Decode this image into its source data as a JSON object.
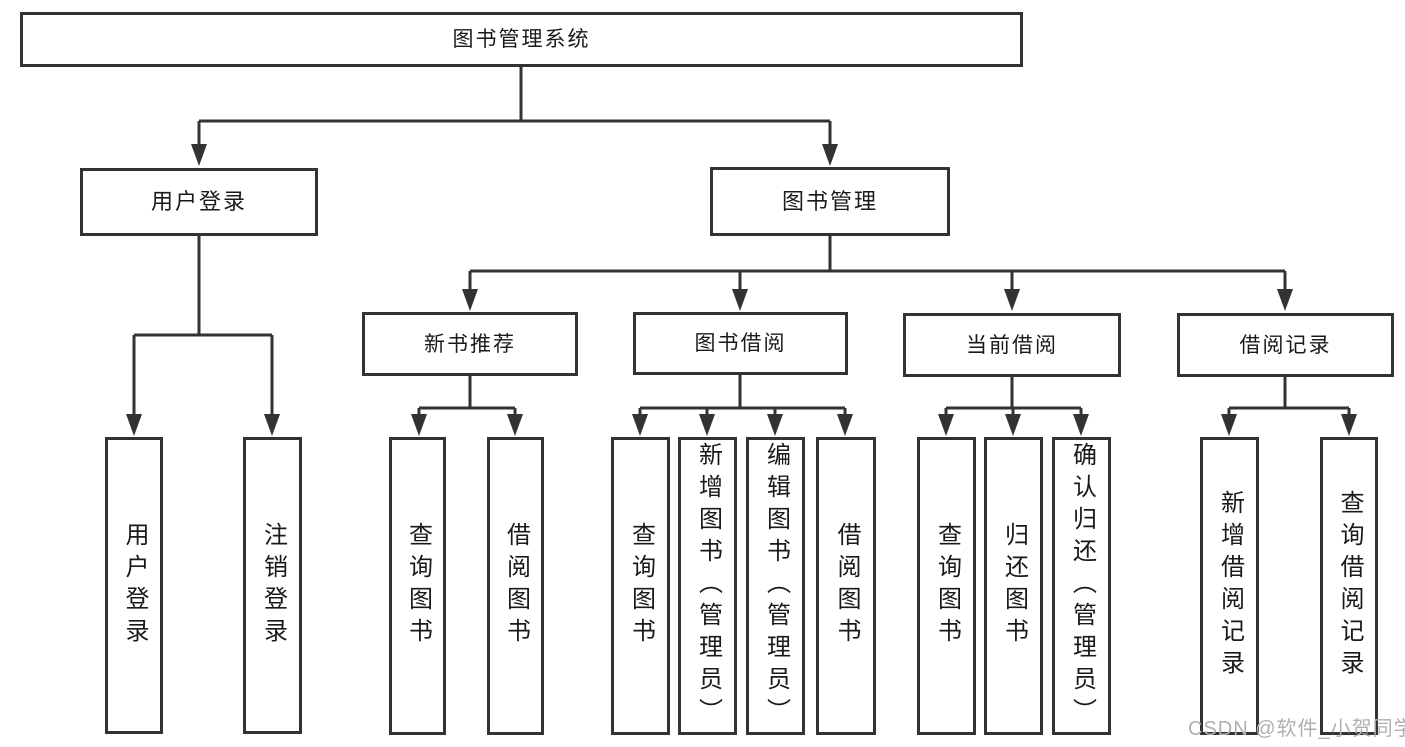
{
  "colors": {
    "line": "#333333",
    "text": "#1a1a1a",
    "watermark": "#b0b0b0",
    "background": "#ffffff"
  },
  "nodes": {
    "root": "图书管理系统",
    "user_login": "用户登录",
    "book_mgmt": "图书管理",
    "new_book_rec": "新书推荐",
    "book_borrow": "图书借阅",
    "current_borrow": "当前借阅",
    "borrow_record": "借阅记录",
    "leaf_user_login": "用户登录",
    "leaf_logout": "注销登录",
    "leaf_nb_query": "查询图书",
    "leaf_nb_borrow": "借阅图书",
    "leaf_bb_query": "查询图书",
    "leaf_bb_add": "新增图书（管理员）",
    "leaf_bb_edit": "编辑图书（管理员）",
    "leaf_bb_borrow": "借阅图书",
    "leaf_cb_query": "查询图书",
    "leaf_cb_return": "归还图书",
    "leaf_cb_confirm": "确认归还（管理员）",
    "leaf_br_add": "新增借阅记录",
    "leaf_br_query": "查询借阅记录"
  },
  "watermark": "CSDN @软件_小贺同学"
}
